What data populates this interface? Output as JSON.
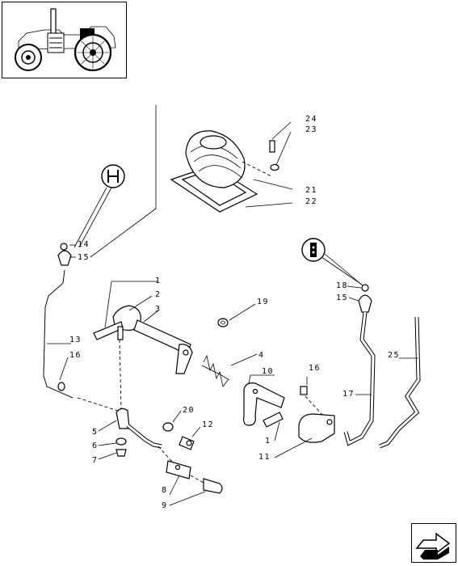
{
  "callouts": [
    {
      "id": "c24",
      "text": "24"
    },
    {
      "id": "c23",
      "text": "23"
    },
    {
      "id": "c21",
      "text": "21"
    },
    {
      "id": "c22",
      "text": "22"
    },
    {
      "id": "c14",
      "text": "14"
    },
    {
      "id": "c15a",
      "text": "15"
    },
    {
      "id": "c18",
      "text": "18"
    },
    {
      "id": "c15b",
      "text": "15"
    },
    {
      "id": "c1a",
      "text": "1"
    },
    {
      "id": "c2",
      "text": "2"
    },
    {
      "id": "c3",
      "text": "3"
    },
    {
      "id": "c19",
      "text": "19"
    },
    {
      "id": "c13",
      "text": "13"
    },
    {
      "id": "c16a",
      "text": "16"
    },
    {
      "id": "c4",
      "text": "4"
    },
    {
      "id": "c10",
      "text": "10"
    },
    {
      "id": "c16b",
      "text": "16"
    },
    {
      "id": "c25",
      "text": "25"
    },
    {
      "id": "c17",
      "text": "17"
    },
    {
      "id": "c20",
      "text": "20"
    },
    {
      "id": "c12",
      "text": "12"
    },
    {
      "id": "c5",
      "text": "5"
    },
    {
      "id": "c6",
      "text": "6"
    },
    {
      "id": "c7",
      "text": "7"
    },
    {
      "id": "c1b",
      "text": "1"
    },
    {
      "id": "c11",
      "text": "11"
    },
    {
      "id": "c8",
      "text": "8"
    },
    {
      "id": "c9",
      "text": "9"
    }
  ],
  "icons": {
    "thumbnail": "tractor-thumbnail",
    "shift_pattern_left": "gear-shift-pattern-icon",
    "shift_pattern_right": "range-shift-icon",
    "navigation": "next-page-arrow-icon"
  }
}
